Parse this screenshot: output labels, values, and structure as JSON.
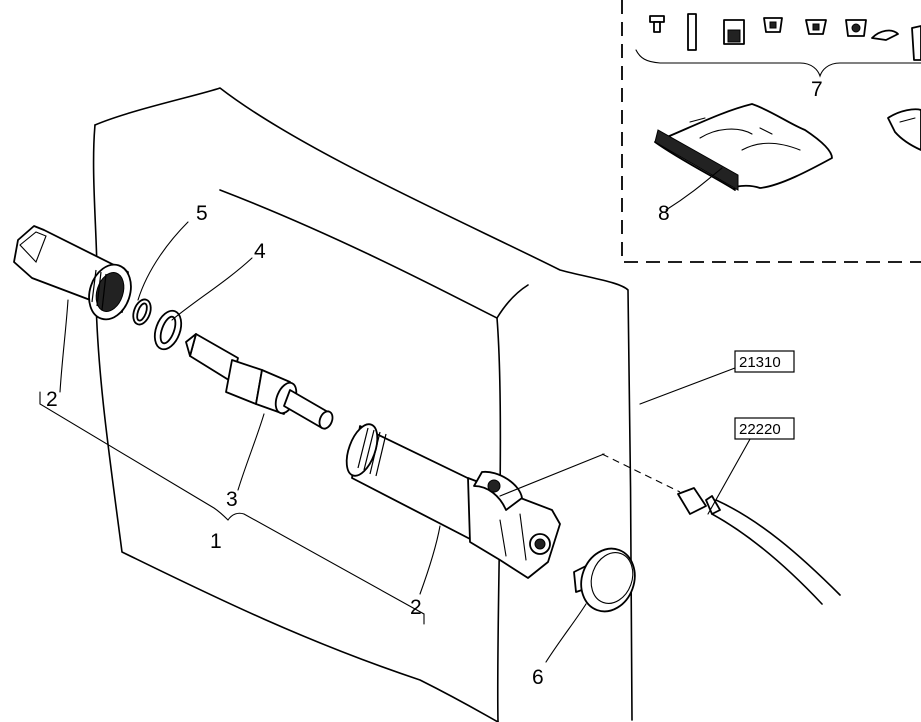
{
  "callouts": {
    "n1": "1",
    "n2a": "2",
    "n2b": "2",
    "n3": "3",
    "n4": "4",
    "n5": "5",
    "n6": "6",
    "n7": "7",
    "n8": "8"
  },
  "references": {
    "ref_a": "21310",
    "ref_b": "22220"
  }
}
